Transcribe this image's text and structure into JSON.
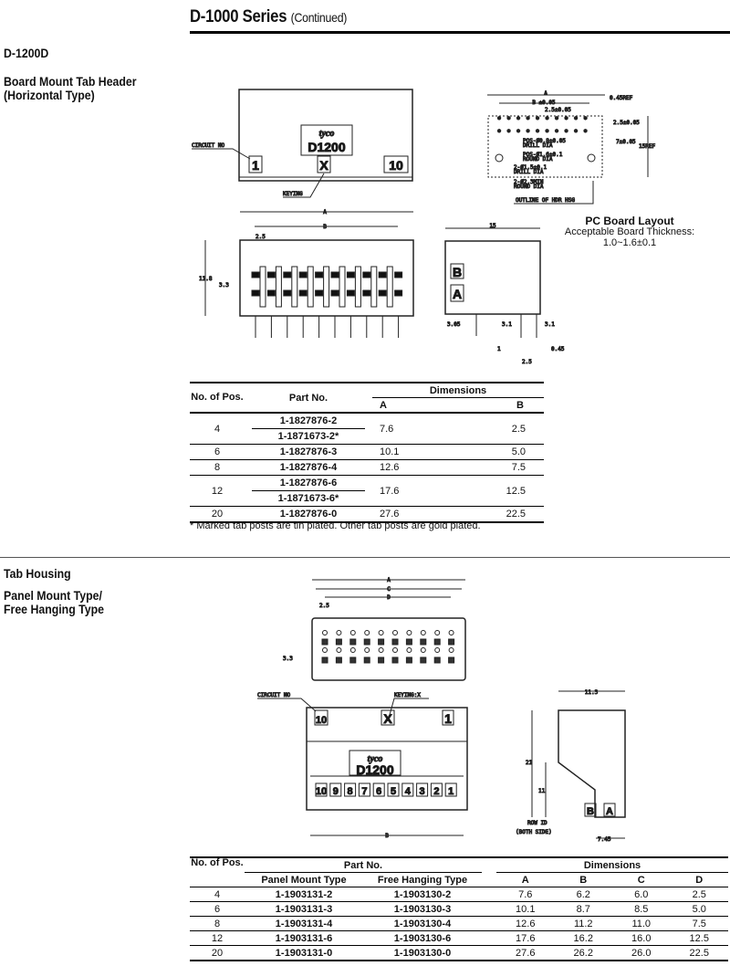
{
  "header": {
    "title": "D-1000 Series",
    "subtitle": "(Continued)"
  },
  "section1": {
    "model": "D-1200D",
    "name_line1": "Board Mount Tab Header",
    "name_line2": "(Horizontal Type)",
    "drawing": {
      "circuit_no": "CIRCUIT NO",
      "keying": "KEYING",
      "logo": "tyco",
      "part_mark": "D1200",
      "pos_first": "1",
      "key_mark": "X",
      "pos_last": "10",
      "dim_a": "A",
      "dim_b": "B",
      "dim_pitch": "2.5",
      "dim_height": "11.8",
      "dim_row": "3.3",
      "side_depth": "15",
      "row_b": "B",
      "row_a": "A",
      "side_dims": [
        "3.05",
        "3.1",
        "3.1",
        "1",
        "2.5",
        "0.45"
      ],
      "pcb_labels": {
        "a": "A",
        "b": "B ±0.05",
        "pitch": "2.5±0.05",
        "ref": "0.45REF",
        "row_pitch": "2.5±0.05",
        "offset": "7±0.05",
        "height_ref": "15REF",
        "drill1": "POS-Ø0.8±0.05",
        "drill1b": "DRILL DIA",
        "round1": "POS-Ø1.6±0.1",
        "round1b": "ROUND DIA",
        "drill2": "2-Ø1.5±0.1",
        "drill2b": "DRILL DIA",
        "round2": "2-Ø2.3MIN",
        "round2b": "ROUND DIA",
        "outline": "OUTLINE OF HDR HSG"
      }
    },
    "pcb_layout": {
      "title": "PC Board Layout",
      "line1": "Acceptable Board Thickness:",
      "line2": "1.0~1.6±0.1"
    },
    "table": {
      "headers": {
        "pos": "No. of Pos.",
        "part": "Part No.",
        "dims": "Dimensions",
        "a": "A",
        "b": "B"
      },
      "rows": [
        {
          "pos": "4",
          "parts": [
            "1-1827876-2",
            "1-1871673-2*"
          ],
          "a": "7.6",
          "b": "2.5"
        },
        {
          "pos": "6",
          "parts": [
            "1-1827876-3"
          ],
          "a": "10.1",
          "b": "5.0"
        },
        {
          "pos": "8",
          "parts": [
            "1-1827876-4"
          ],
          "a": "12.6",
          "b": "7.5"
        },
        {
          "pos": "12",
          "parts": [
            "1-1827876-6",
            "1-1871673-6*"
          ],
          "a": "17.6",
          "b": "12.5"
        },
        {
          "pos": "20",
          "parts": [
            "1-1827876-0"
          ],
          "a": "27.6",
          "b": "22.5"
        }
      ],
      "note": "* Marked tab posts are tin plated. Other tab posts are gold plated."
    }
  },
  "section2": {
    "name": "Tab Housing",
    "type_line1": "Panel Mount Type/",
    "type_line2": "Free Hanging Type",
    "drawing": {
      "dim_a": "A",
      "dim_b": "B",
      "dim_c": "C",
      "dim_d": "D",
      "dim_pitch": "2.5",
      "dim_row": "3.3",
      "circuit_no": "CIRCUIT NO",
      "keying": "KEYING:X",
      "pos_first": "10",
      "key_mark": "X",
      "pos_last": "1",
      "logo": "tyco",
      "part_mark": "D1200",
      "numbers": [
        "10",
        "9",
        "8",
        "7",
        "6",
        "5",
        "4",
        "3",
        "2",
        "1"
      ],
      "side_width": "11.3",
      "side_height": "21",
      "side_lower": "11",
      "row_id": "ROW ID",
      "row_id2": "(BOTH SIDE)",
      "side_offset": "7.45",
      "row_b": "B",
      "row_a": "A"
    },
    "table": {
      "headers": {
        "pos": "No. of Pos.",
        "part": "Part No.",
        "panel": "Panel Mount Type",
        "free": "Free Hanging Type",
        "dims": "Dimensions",
        "a": "A",
        "b": "B",
        "c": "C",
        "d": "D"
      },
      "rows": [
        {
          "pos": "4",
          "panel": "1-1903131-2",
          "free": "1-1903130-2",
          "a": "7.6",
          "b": "6.2",
          "c": "6.0",
          "d": "2.5"
        },
        {
          "pos": "6",
          "panel": "1-1903131-3",
          "free": "1-1903130-3",
          "a": "10.1",
          "b": "8.7",
          "c": "8.5",
          "d": "5.0"
        },
        {
          "pos": "8",
          "panel": "1-1903131-4",
          "free": "1-1903130-4",
          "a": "12.6",
          "b": "11.2",
          "c": "11.0",
          "d": "7.5"
        },
        {
          "pos": "12",
          "panel": "1-1903131-6",
          "free": "1-1903130-6",
          "a": "17.6",
          "b": "16.2",
          "c": "16.0",
          "d": "12.5"
        },
        {
          "pos": "20",
          "panel": "1-1903131-0",
          "free": "1-1903130-0",
          "a": "27.6",
          "b": "26.2",
          "c": "26.0",
          "d": "22.5"
        }
      ]
    }
  }
}
